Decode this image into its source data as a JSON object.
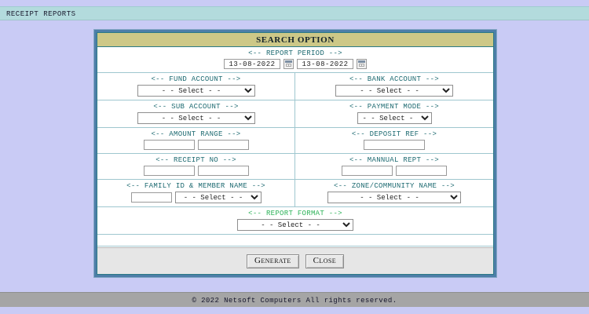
{
  "topbar": {
    "title": "RECEIPT REPORTS"
  },
  "panel": {
    "header": "SEARCH OPTION",
    "colors": {
      "header_bg": "#cdc887",
      "border": "#4d7ea8",
      "inner_border": "#2b7a86",
      "label": "#1f6b72",
      "label_green": "#2fb35a",
      "page_bg": "#c9cbf5",
      "topbar_bg": "#b3dbdd",
      "footer_bg": "#a5a5a5"
    },
    "rows": [
      {
        "id": "report-period",
        "full": true,
        "label": "<-- REPORT PERIOD -->",
        "from_date": "13-08-2022",
        "to_date": "13-08-2022",
        "calendar_icon": "calendar-icon"
      },
      {
        "id": "account-row",
        "left": {
          "label": "<-- FUND ACCOUNT -->",
          "select": "- - Select - -"
        },
        "right": {
          "label": "<-- BANK ACCOUNT -->",
          "select": "- - Select - -"
        }
      },
      {
        "id": "sub-payment-row",
        "left": {
          "label": "<-- SUB ACCOUNT -->",
          "select": "- - Select - -"
        },
        "right": {
          "label": "<-- PAYMENT MODE -->",
          "select": "- - Select - -"
        }
      },
      {
        "id": "amount-deposit-row",
        "left": {
          "label": "<-- AMOUNT RANGE -->",
          "input_from": "",
          "input_to": ""
        },
        "right": {
          "label": "<-- DEPOSIT REF -->",
          "input": ""
        }
      },
      {
        "id": "receipt-manual-row",
        "left": {
          "label": "<-- RECEIPT NO -->",
          "input_from": "",
          "input_to": ""
        },
        "right": {
          "label": "<-- MANNUAL REPT -->",
          "input_from": "",
          "input_to": ""
        }
      },
      {
        "id": "family-zone-row",
        "left": {
          "label": "<-- FAMILY ID & MEMBER NAME -->",
          "input": "",
          "select": "- - Select - -"
        },
        "right": {
          "label": "<-- ZONE/COMMUNITY NAME -->",
          "select": "- - Select - -"
        }
      },
      {
        "id": "report-format-row",
        "full": true,
        "label": "<-- REPORT FORMAT -->",
        "select": "- - Select - -"
      }
    ],
    "buttons": {
      "generate": "Generate",
      "close": "Close"
    }
  },
  "footer": {
    "copyright": "© 2022 Netsoft Computers All rights reserved."
  }
}
